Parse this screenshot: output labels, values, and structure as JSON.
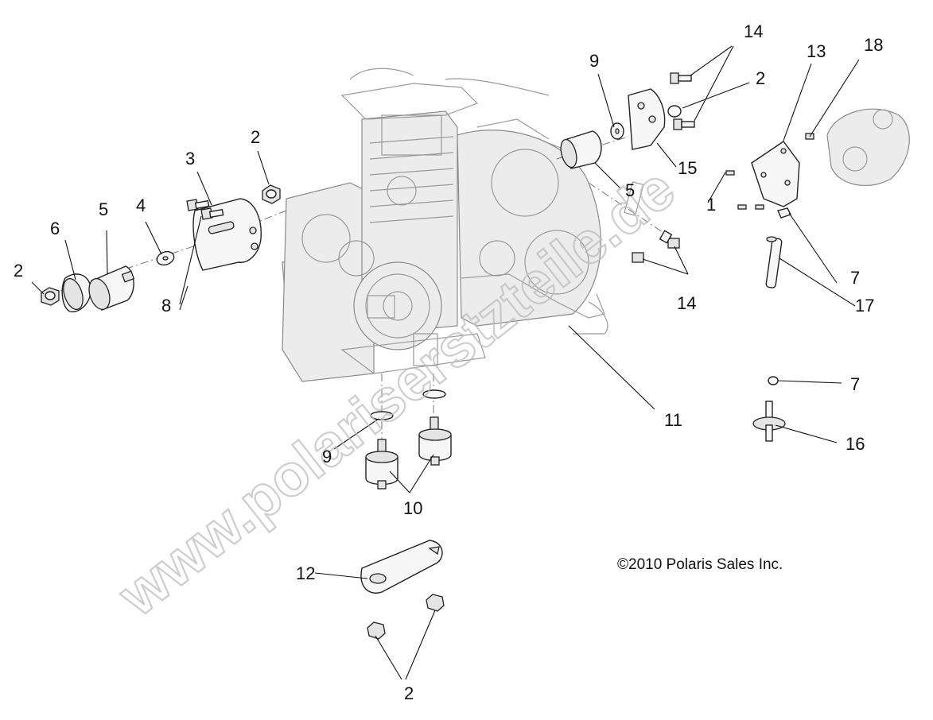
{
  "diagram": {
    "callouts": {
      "c2_left": "2",
      "c6": "6",
      "c5_left": "5",
      "c4": "4",
      "c3": "3",
      "c2_top": "2",
      "c8": "8",
      "c9_top": "9",
      "c14_top": "14",
      "c2_right": "2",
      "c13": "13",
      "c18": "18",
      "c15": "15",
      "c1": "1",
      "c5_right": "5",
      "c14_mid": "14",
      "c7_top": "7",
      "c17": "17",
      "c7_bottom": "7",
      "c16": "16",
      "c11": "11",
      "c9_bottom": "9",
      "c10": "10",
      "c12": "12",
      "c2_bottom": "2"
    },
    "copyright": "©2010  Polaris Sales Inc.",
    "watermark": "www.polariserstzteile.de"
  }
}
